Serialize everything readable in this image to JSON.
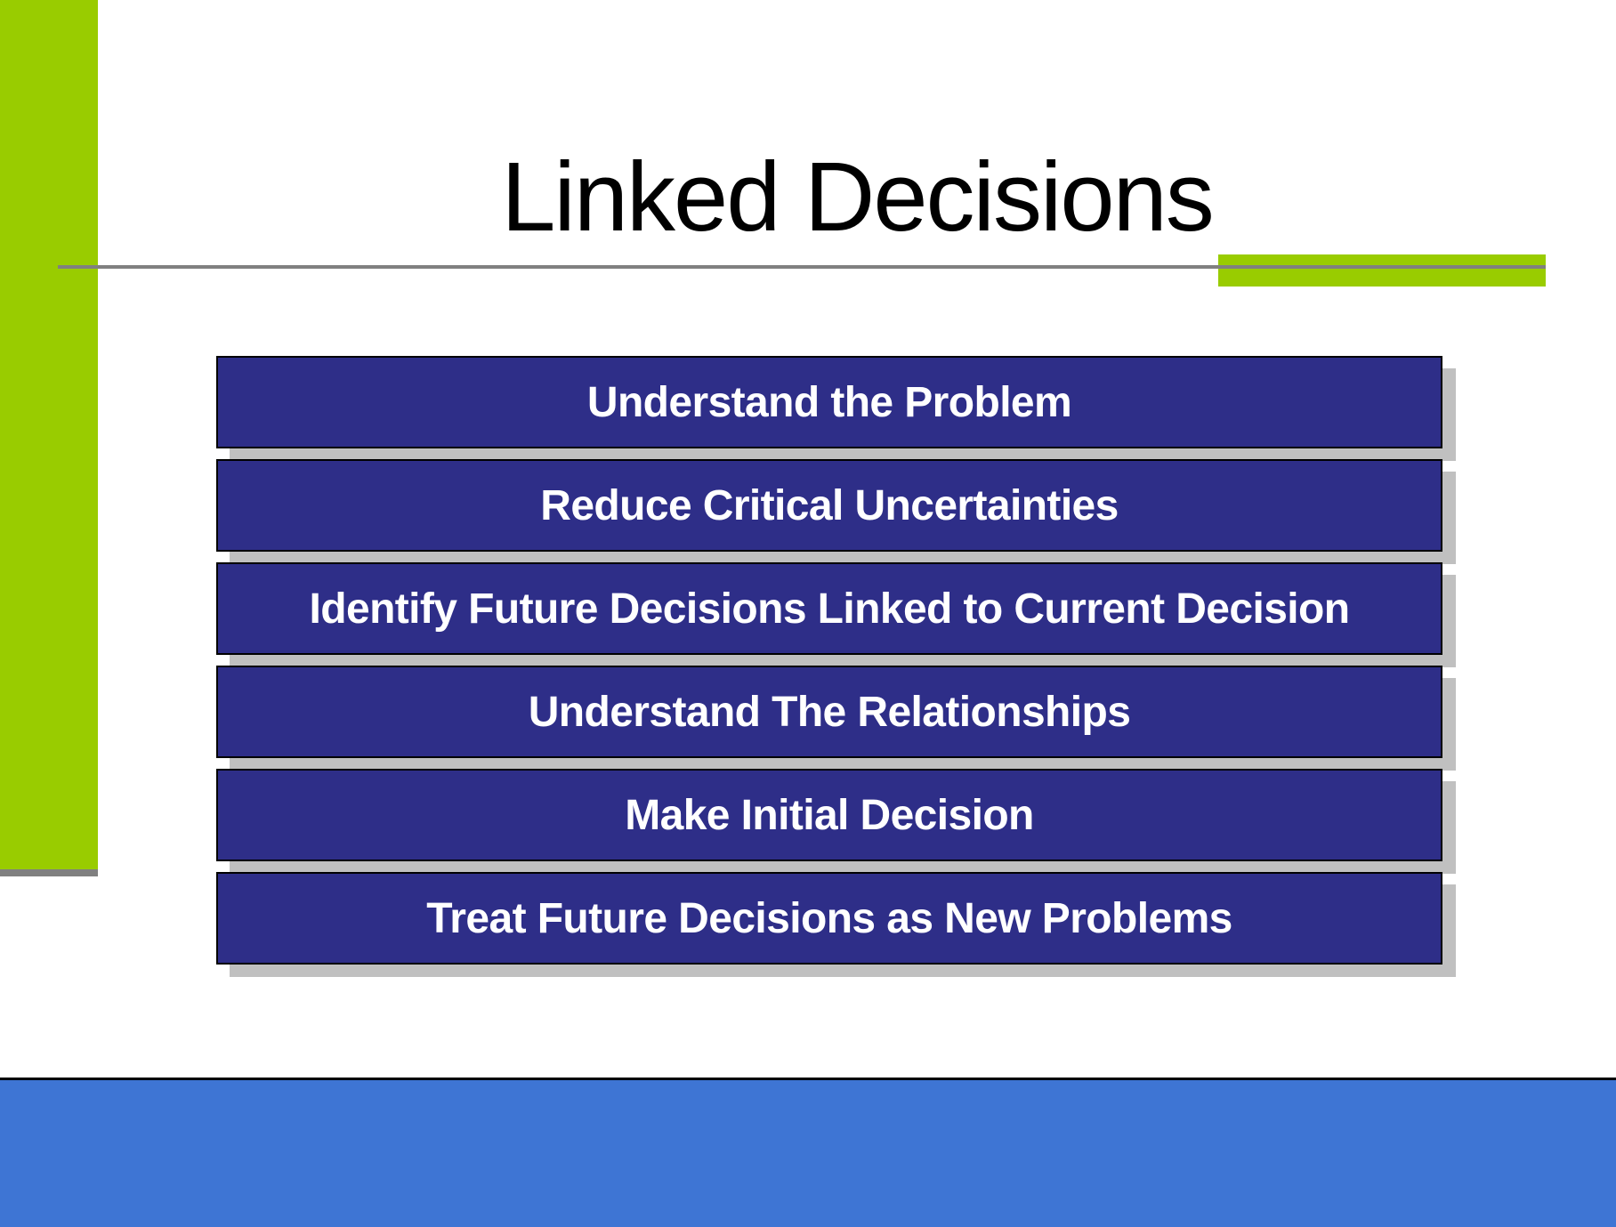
{
  "slide": {
    "title": "Linked Decisions",
    "colors": {
      "accent_green": "#99cc00",
      "rule_gray": "#808080",
      "box_fill": "#2e2e88",
      "box_shadow": "#c0c0c0",
      "footer_blue": "#3e75d4"
    },
    "steps": [
      {
        "label": "Understand the Problem"
      },
      {
        "label": "Reduce Critical Uncertainties"
      },
      {
        "label": "Identify Future Decisions Linked to Current Decision"
      },
      {
        "label": "Understand The Relationships"
      },
      {
        "label": "Make Initial Decision"
      },
      {
        "label": "Treat Future Decisions as New Problems"
      }
    ]
  }
}
